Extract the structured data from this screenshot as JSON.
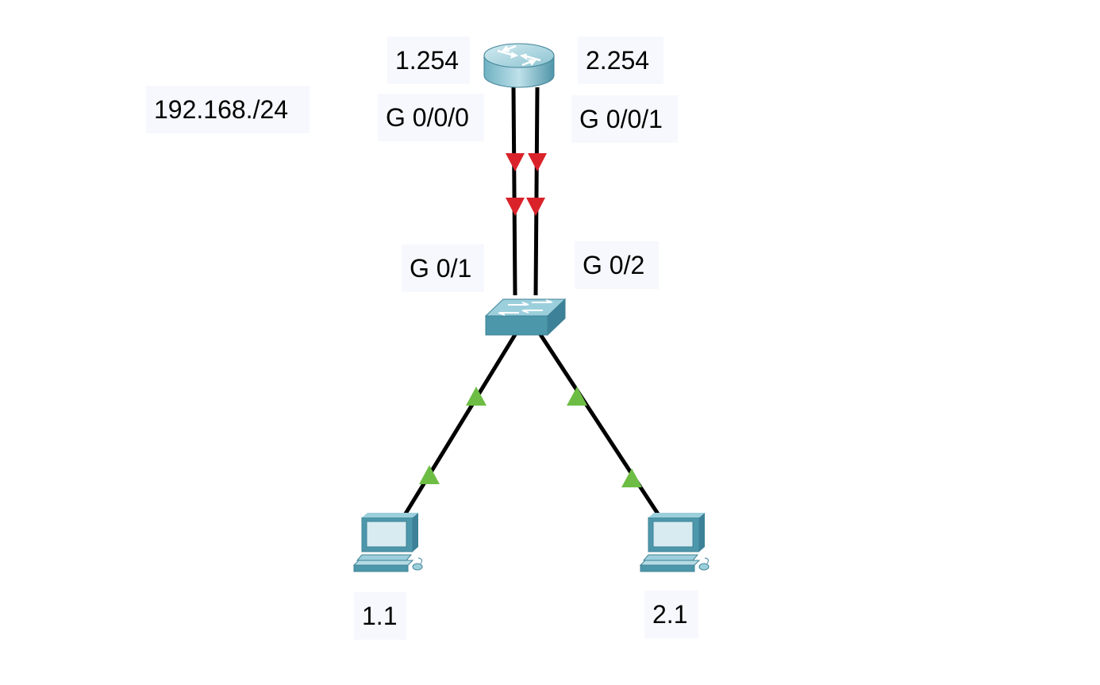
{
  "network_label": "192.168./24",
  "router": {
    "iface_left_ip": "1.254",
    "iface_right_ip": "2.254",
    "iface_left_name": "G 0/0/0",
    "iface_right_name": "G 0/0/1"
  },
  "switch": {
    "port_left": "G 0/1",
    "port_right": "G 0/2"
  },
  "hosts": {
    "left": "1.1",
    "right": "2.1"
  },
  "link_status": {
    "router_to_switch": "down",
    "switch_to_hosts": "up"
  },
  "colors": {
    "link_down": "#d9222a",
    "link_up": "#6dbd45",
    "device_teal": "#4d97ab",
    "label_bg": "#f7f8fd"
  },
  "icons": {
    "router": "router-icon",
    "switch": "switch-icon",
    "pc": "pc-icon"
  }
}
